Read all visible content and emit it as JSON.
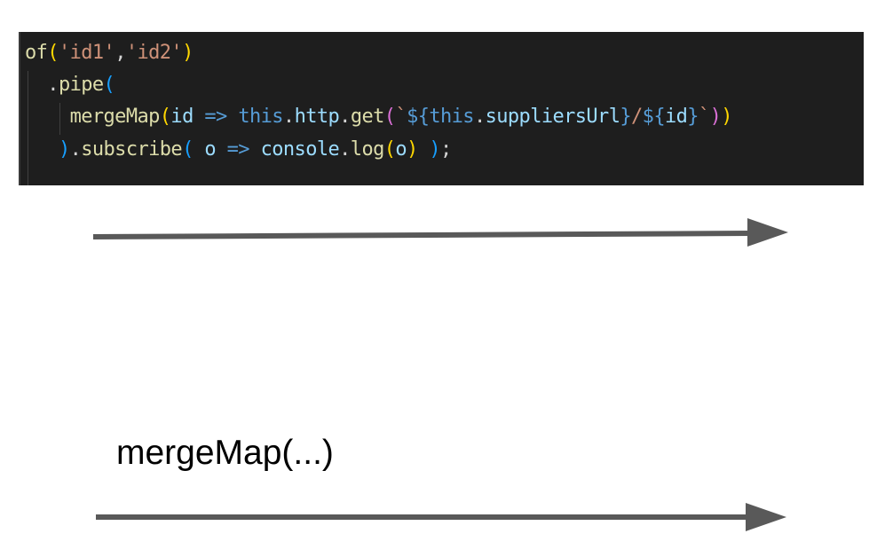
{
  "code": {
    "line1": {
      "fn": "of",
      "open": "(",
      "arg1": "'id1'",
      "comma": ",",
      "arg2": "'id2'",
      "close": ")"
    },
    "line2": {
      "indent": "  ",
      "dot": ".",
      "fn": "pipe",
      "open": "("
    },
    "line3": {
      "indent": "    ",
      "fn": "mergeMap",
      "open": "(",
      "param": "id",
      "arrow": " => ",
      "this": "this",
      "dot1": ".",
      "http": "http",
      "dot2": ".",
      "get": "get",
      "open2": "(",
      "tick1": "`",
      "dollar1": "${",
      "this2": "this",
      "dot3": ".",
      "prop": "suppliersUrl",
      "brace1": "}",
      "slash": "/",
      "dollar2": "${",
      "id2": "id",
      "brace2": "}",
      "tick2": "`",
      "close2": ")",
      "close1": ")"
    },
    "line4": {
      "indent": "  ",
      "close": " )",
      "dot": ".",
      "fn": "subscribe",
      "open": "(",
      "param": " o",
      "arrow": " => ",
      "console": "console",
      "dot2": ".",
      "log": "log",
      "open2": "(",
      "o": "o",
      "close2": ")",
      "semi": ";"
    }
  },
  "diagram": {
    "operator_label": "mergeMap(...)",
    "arrow_color": "#595959"
  }
}
